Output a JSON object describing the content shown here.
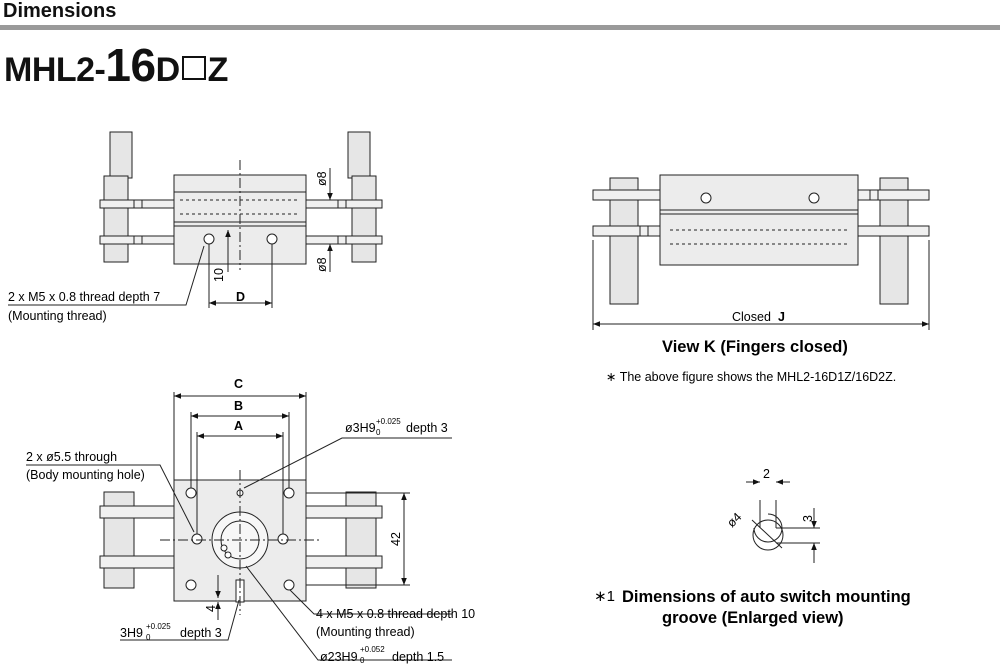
{
  "header": {
    "title": "Dimensions"
  },
  "model": {
    "prefix": "MHL2-",
    "size": "16",
    "suffix_d": "D",
    "suffix_z": "Z"
  },
  "top_left": {
    "dim_d": "D",
    "dim_10": "10",
    "dim_o8_top": "ø8",
    "dim_o8_bottom": "ø8",
    "thread_line1": "2 x M5 x 0.8 thread depth 7",
    "thread_line2": "(Mounting thread)"
  },
  "view_k": {
    "closed_label": "Closed",
    "closed_dim": "J",
    "title": "View K (Fingers closed)",
    "note": "∗ The above figure shows the MHL2-16D1Z/16D2Z."
  },
  "bottom_left": {
    "dim_c": "C",
    "dim_b": "B",
    "dim_a": "A",
    "dim_42": "42",
    "dim_4": "4",
    "through_line1": "2 x ø5.5 through",
    "through_line2": "(Body mounting hole)",
    "hole_top_main": "ø3H9",
    "hole_top_sup": "+0.025",
    "hole_top_sub": "0",
    "hole_top_depth": "depth 3",
    "hole_bottom_main": "3H9",
    "hole_bottom_sup": "+0.025",
    "hole_bottom_sub": "0",
    "hole_bottom_depth": "depth 3",
    "thread4_line1": "4 x M5 x 0.8 thread depth 10",
    "thread4_line2": "(Mounting thread)",
    "bore_main": "ø23H9",
    "bore_sup": "+0.052",
    "bore_sub": "0",
    "bore_depth": "depth 1.5"
  },
  "groove": {
    "dim_2": "2",
    "dim_3": "3",
    "dim_o4": "ø4",
    "mark": "∗1",
    "title_line1": "Dimensions of auto switch mounting",
    "title_line2": "groove (Enlarged view)"
  }
}
